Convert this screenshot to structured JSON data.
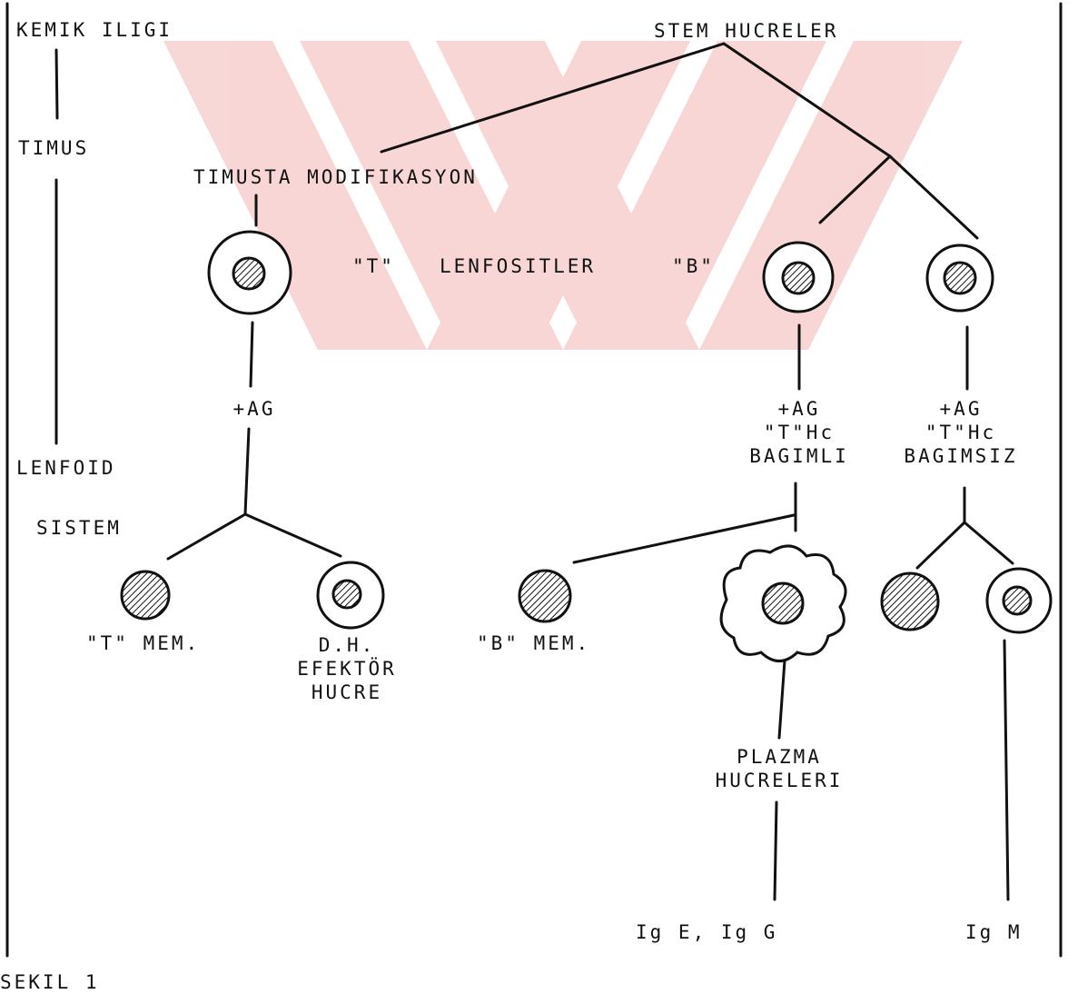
{
  "left_column": {
    "kemik_iligi": "KEMIK ILIGI",
    "timus": "TIMUS",
    "lenfoid": "LENFOID",
    "sistem": "SISTEM"
  },
  "top": {
    "stem_hucreler": "STEM HUCRELER",
    "timusta_modifikasyon": "TIMUSTA MODIFIKASYON"
  },
  "middle": {
    "t_quote": "\"T\"",
    "lenfositler": "LENFOSITLER",
    "b_quote": "\"B\""
  },
  "t_branch": {
    "ag": "+AG",
    "t_mem": "\"T\" MEM.",
    "effector_line1": "D.H.",
    "effector_line2": "EFEKTÖR",
    "effector_line3": "HUCRE"
  },
  "b_dependent": {
    "ag": "+AG",
    "thc": "\"T\"Hc",
    "bagimli": "BAGIMLI",
    "b_mem": "\"B\" MEM.",
    "plazma_line1": "PLAZMA",
    "plazma_line2": "HUCRELERI",
    "ig": "Ig E, Ig G"
  },
  "b_independent": {
    "ag": "+AG",
    "thc": "\"T\"Hc",
    "bagimsiz": "BAGIMSIZ",
    "ig": "Ig M"
  },
  "caption": "SEKIL 1",
  "colors": {
    "ink": "#111111",
    "watermark": "#f6c9c9"
  }
}
